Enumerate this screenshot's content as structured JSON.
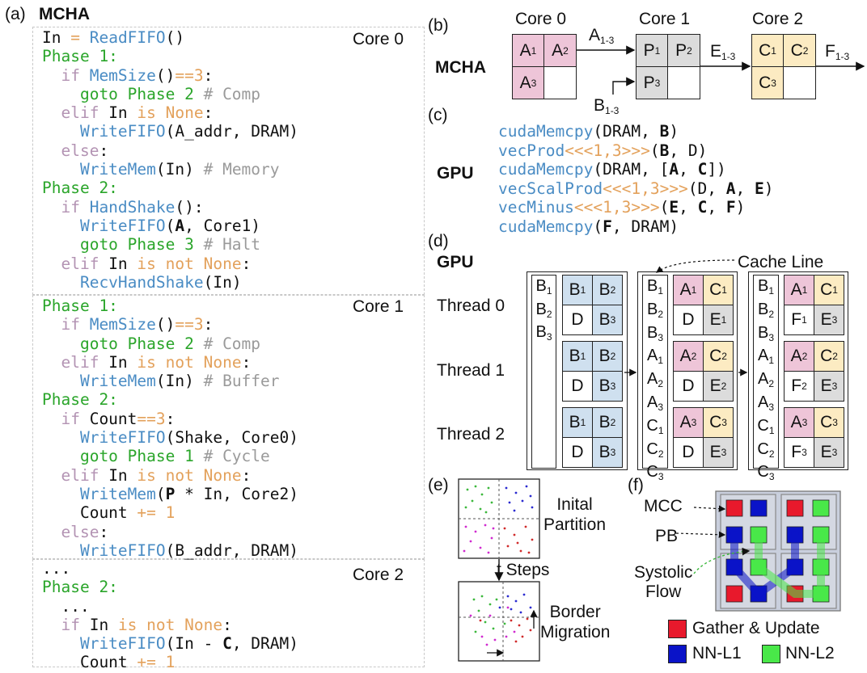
{
  "panel_a": {
    "tag": "(a)",
    "title": "MCHA",
    "core0": "Core 0",
    "core1": "Core 1",
    "core2": "Core 2"
  },
  "panel_b": {
    "tag": "(b)",
    "label": "MCHA",
    "cores": [
      "Core 0",
      "Core 1",
      "Core 2"
    ],
    "arrows": [
      "A",
      "1-3",
      "E",
      "1-3",
      "F",
      "1-3",
      "B",
      "1-3"
    ]
  },
  "panel_c": {
    "tag": "(c)",
    "label": "GPU"
  },
  "panel_d": {
    "tag": "(d)",
    "label": "GPU",
    "cache_line": "Cache Line",
    "threads": [
      "Thread 0",
      "Thread 1",
      "Thread 2"
    ]
  },
  "panel_e": {
    "tag": "(e)",
    "initial": "Inital\nPartition",
    "steps": "t Steps",
    "border": "Border\nMigration"
  },
  "panel_f": {
    "tag": "(f)",
    "mcc": "MCC",
    "pb": "PB",
    "systolic": "Systolic\nFlow",
    "legend": [
      "Gather & Update",
      "NN-L1",
      "NN-L2"
    ],
    "colors": {
      "gather": "#e8192c",
      "nnl1": "#0a13c8",
      "nnl2": "#49e849"
    }
  }
}
